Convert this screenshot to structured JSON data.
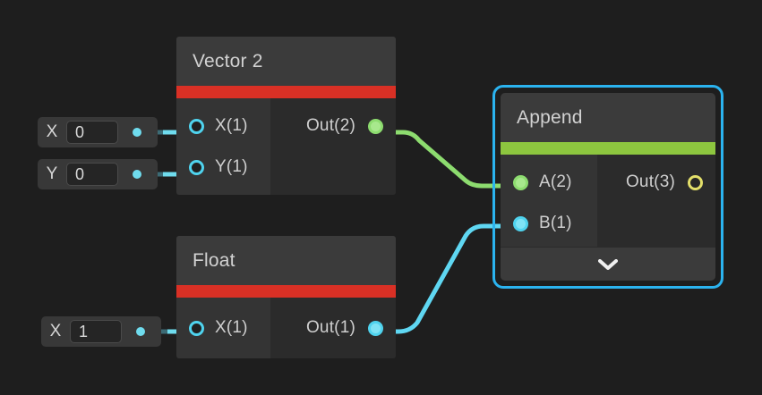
{
  "canvas": {
    "background": "#1e1e1e",
    "title": "shader-node-graph"
  },
  "colors": {
    "background": "#1e1e1e",
    "node_body": "#2b2b2b",
    "node_header": "#3b3b3b",
    "port_column": "#343434",
    "accent_red": "#d93025",
    "accent_green": "#8dc63f",
    "wire_green": "#8ddc6f",
    "wire_cyan": "#5fd7f2",
    "selection_cyan": "#2bb3ef",
    "port_yellow": "#e3df6a",
    "text_primary": "#d2d2d2"
  },
  "nodes": [
    {
      "id": "vector2",
      "title": "Vector 2",
      "accent": "#d93025",
      "selected": false,
      "inputs": [
        {
          "label": "X(1)",
          "port": "ring-cyan"
        },
        {
          "label": "Y(1)",
          "port": "ring-cyan"
        }
      ],
      "outputs": [
        {
          "label": "Out(2)",
          "port": "fill-green"
        }
      ],
      "footer": false
    },
    {
      "id": "float",
      "title": "Float",
      "accent": "#d93025",
      "selected": false,
      "inputs": [
        {
          "label": "X(1)",
          "port": "ring-cyan"
        }
      ],
      "outputs": [
        {
          "label": "Out(1)",
          "port": "fill-cyan"
        }
      ],
      "footer": false
    },
    {
      "id": "append",
      "title": "Append",
      "accent": "#8dc63f",
      "selected": true,
      "inputs": [
        {
          "label": "A(2)",
          "port": "fill-green"
        },
        {
          "label": "B(1)",
          "port": "fill-cyan"
        }
      ],
      "outputs": [
        {
          "label": "Out(3)",
          "port": "ring-yellow"
        }
      ],
      "footer": true,
      "footer_icon": "chevron-down-icon"
    }
  ],
  "input_fields": [
    {
      "id": "vector2-x",
      "name": "X",
      "value": "0",
      "placeholder": "0"
    },
    {
      "id": "vector2-y",
      "name": "Y",
      "value": "0",
      "placeholder": "0"
    },
    {
      "id": "float-x",
      "name": "X",
      "value": "1",
      "placeholder": "0"
    }
  ],
  "connections": [
    {
      "from": "vector2.Out(2)",
      "to": "append.A(2)",
      "color": "#8ddc6f"
    },
    {
      "from": "float.Out(1)",
      "to": "append.B(1)",
      "color": "#5fd7f2"
    },
    {
      "from": "vector2-x.field",
      "to": "vector2.X(1)",
      "color": "#5fd7f2"
    },
    {
      "from": "vector2-y.field",
      "to": "vector2.Y(1)",
      "color": "#5fd7f2"
    },
    {
      "from": "float-x.field",
      "to": "float.X(1)",
      "color": "#5fd7f2"
    }
  ]
}
